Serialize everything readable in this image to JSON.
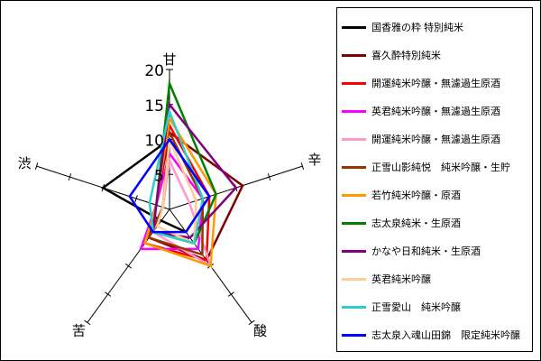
{
  "chart_data": {
    "type": "radar",
    "axes": [
      "甘",
      "辛",
      "酸",
      "苦",
      "渋"
    ],
    "scale_max": 20,
    "scale_step": 5,
    "tick_labels": [
      "5",
      "10",
      "15",
      "20"
    ],
    "legend_position": "right",
    "series": [
      {
        "name": "国香雅の粋 特別純米",
        "color": "#000000",
        "values": [
          10,
          6,
          4,
          2,
          10
        ]
      },
      {
        "name": "喜久酔特別純米",
        "color": "#800000",
        "values": [
          11,
          11,
          9,
          5,
          2
        ]
      },
      {
        "name": "開運純米吟醸・無濾過生原酒",
        "color": "#ff0000",
        "values": [
          12,
          6,
          9,
          6,
          2
        ]
      },
      {
        "name": "英君純米吟醸・無濾過生原酒",
        "color": "#ff00ff",
        "values": [
          8,
          5,
          7,
          7,
          2
        ]
      },
      {
        "name": "開運純米吟醸・無濾過生原酒",
        "color": "#ff99cc",
        "values": [
          7,
          3,
          10,
          4,
          1
        ]
      },
      {
        "name": "正雪山影純悦　純米吟醸・生貯",
        "color": "#993300",
        "values": [
          11,
          5,
          8,
          5,
          1
        ]
      },
      {
        "name": "若竹純米吟醸・原酒",
        "color": "#ff9900",
        "values": [
          13,
          7,
          10,
          6,
          2
        ]
      },
      {
        "name": "志太泉純米・生原酒",
        "color": "#008000",
        "values": [
          18,
          7,
          6,
          4,
          2
        ]
      },
      {
        "name": "かなや日和純米・生原酒",
        "color": "#800080",
        "values": [
          15,
          10,
          5,
          4,
          2
        ]
      },
      {
        "name": "英君純米吟醸",
        "color": "#ffcc99",
        "values": [
          10,
          4,
          6,
          3,
          1
        ]
      },
      {
        "name": "正雪愛山　純米吟醸",
        "color": "#33cccc",
        "values": [
          14,
          5,
          6,
          4,
          3
        ]
      },
      {
        "name": "志太泉入魂山田錦　限定純米吟醸",
        "color": "#0000ff",
        "values": [
          10,
          6,
          4,
          4,
          6
        ]
      }
    ]
  }
}
